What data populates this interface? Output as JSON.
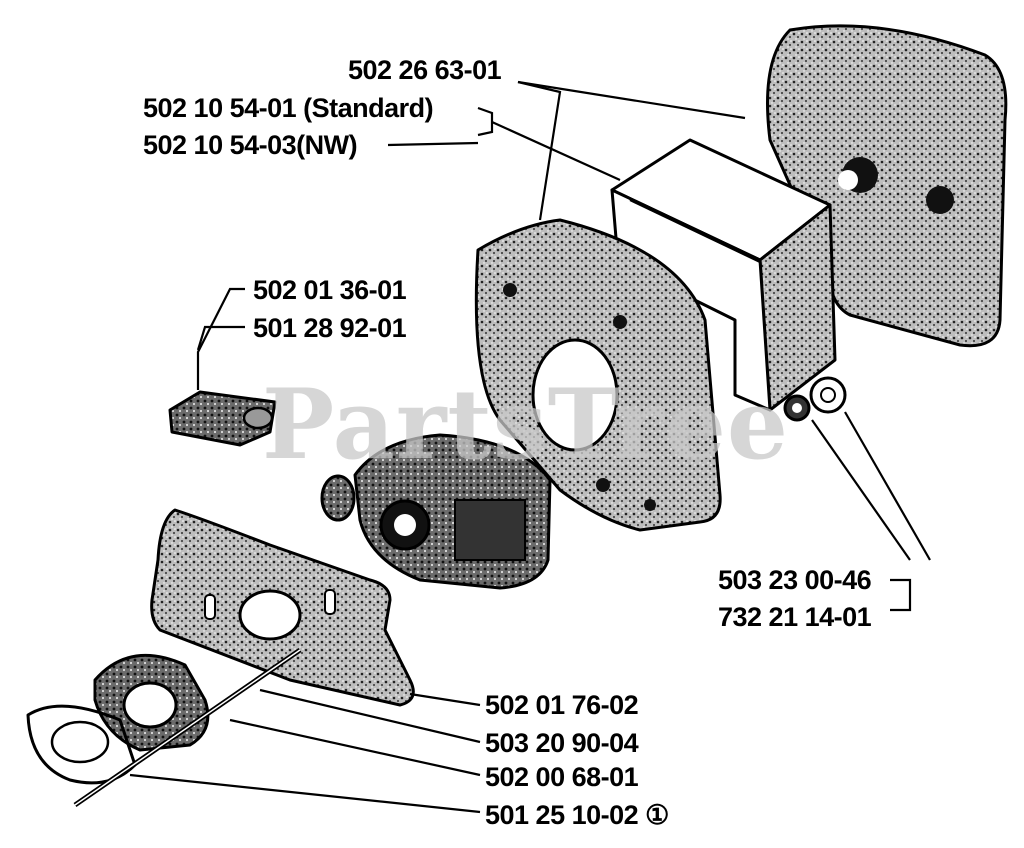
{
  "watermark": "PartsTree",
  "labels": [
    {
      "id": "a",
      "part_number": "502 26 63-01",
      "note": ""
    },
    {
      "id": "b",
      "part_number": "502 10 54-01",
      "note": "(Standard)"
    },
    {
      "id": "c",
      "part_number": "502 10 54-03",
      "note": "(NW)"
    },
    {
      "id": "d",
      "part_number": "502 01 36-01",
      "note": ""
    },
    {
      "id": "e",
      "part_number": "501 28 92-01",
      "note": ""
    },
    {
      "id": "f",
      "part_number": "503 23 00-46",
      "note": ""
    },
    {
      "id": "g",
      "part_number": "732 21 14-01",
      "note": ""
    },
    {
      "id": "h",
      "part_number": "502 01 76-02",
      "note": ""
    },
    {
      "id": "i",
      "part_number": "503 20 90-04",
      "note": ""
    },
    {
      "id": "j",
      "part_number": "502 00 68-01",
      "note": ""
    },
    {
      "id": "k",
      "part_number": "501 25 10-02",
      "note": "①"
    }
  ]
}
